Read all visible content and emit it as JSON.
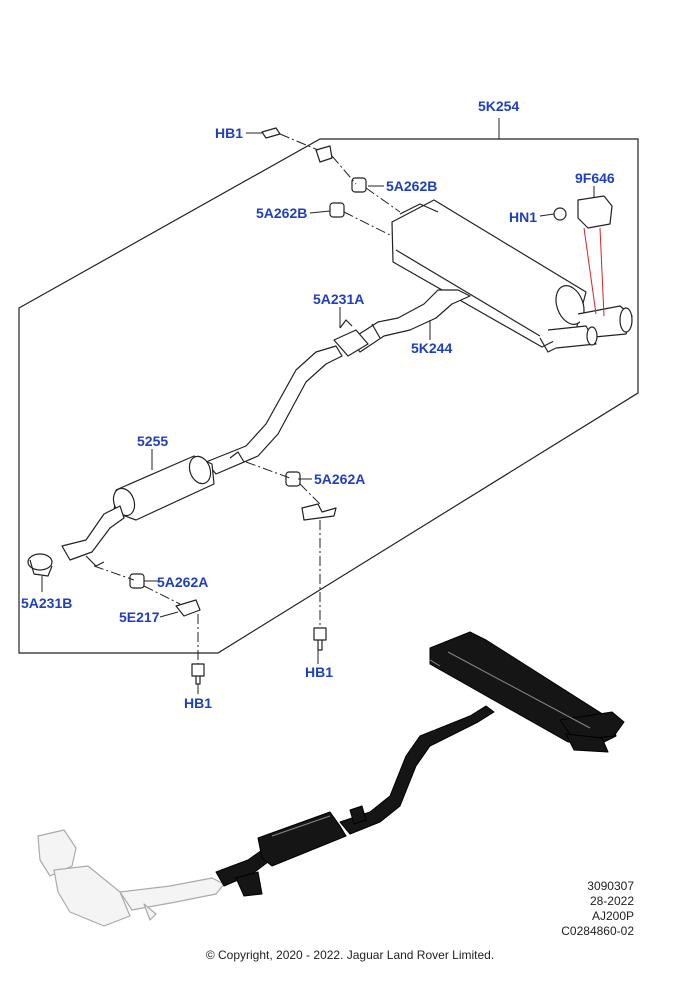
{
  "callouts": {
    "kit": "5K254",
    "bolt_top": "HB1",
    "mount_upper": "5A262B",
    "mount_left": "5A262B",
    "sensor": "9F646",
    "nut": "HN1",
    "clamp_mid": "5A231A",
    "rear_pipe": "5K244",
    "center_muffler": "5255",
    "mount_lower_right": "5A262A",
    "clamp_front": "5A231B",
    "mount_lower_left": "5A262A",
    "bracket": "5E217",
    "bolt_right": "HB1",
    "bolt_left": "HB1"
  },
  "footer": {
    "line1": "3090307",
    "line2": "28-2022",
    "line3": "AJ200P",
    "line4": "C0284860-02",
    "copyright": "© Copyright, 2020 - 2022. Jaguar Land Rover Limited."
  }
}
